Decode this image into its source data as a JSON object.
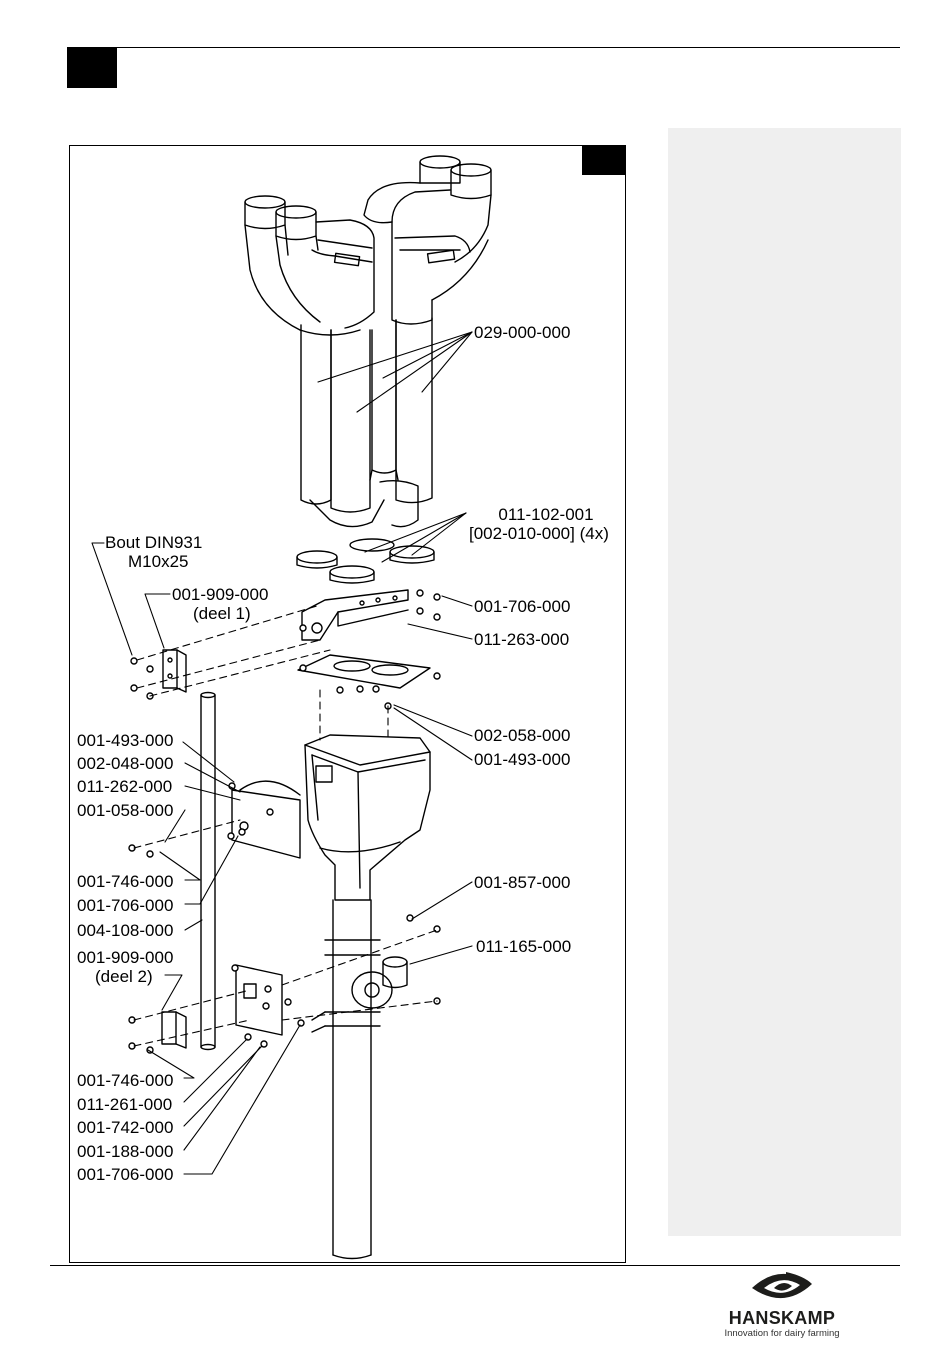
{
  "labels": {
    "l029": "029-000-000",
    "l011_102": "011-102-001",
    "l011_102b": "[002-010-000] (4x)",
    "bout1": "Bout DIN931",
    "bout2": "M10x25",
    "l909_1a": "001-909-000",
    "l909_1b": "(deel 1)",
    "r706a": "001-706-000",
    "r263": "011-263-000",
    "r058": "002-058-000",
    "r493": "001-493-000",
    "l493": "001-493-000",
    "l048": "002-048-000",
    "l262": "011-262-000",
    "l058": "001-058-000",
    "l746a": "001-746-000",
    "l706a": "001-706-000",
    "l108": "004-108-000",
    "l909_2a": "001-909-000",
    "l909_2b": "(deel 2)",
    "r857": "001-857-000",
    "r165": "011-165-000",
    "l746b": "001-746-000",
    "l261": "011-261-000",
    "l742": "001-742-000",
    "l188": "001-188-000",
    "l706b": "001-706-000"
  },
  "footer": {
    "brand": "HANSKAMP",
    "tagline": "Innovation for dairy farming",
    "logo_icon": "hanskamp-eye-logo",
    "brand_color": "#1d1d1b",
    "accent_color": "#000000"
  }
}
